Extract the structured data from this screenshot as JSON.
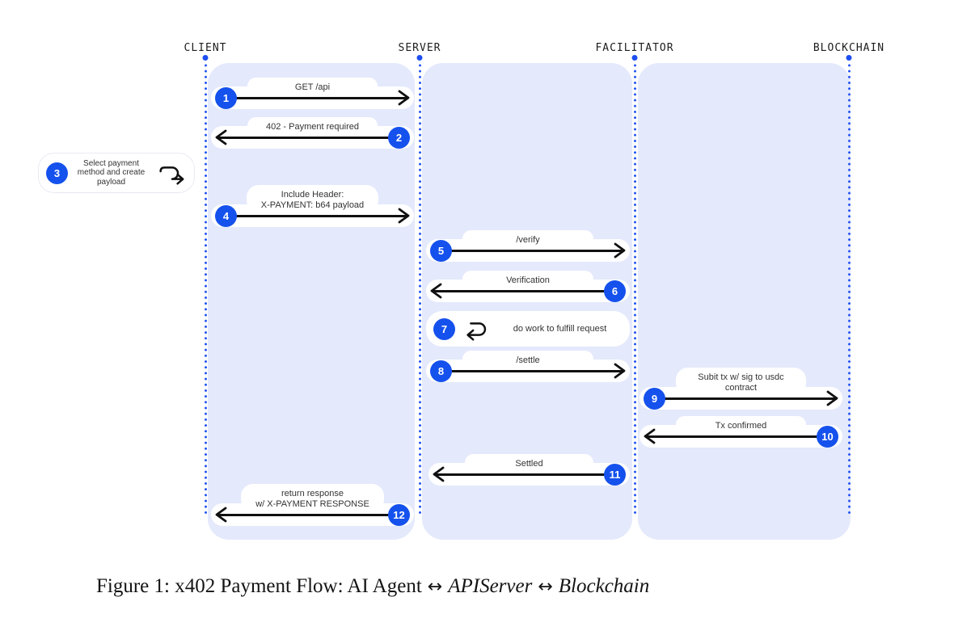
{
  "diagram": {
    "title": "x402 payment flow sequence diagram",
    "lanes": [
      {
        "label": "CLIENT"
      },
      {
        "label": "SERVER"
      },
      {
        "label": "FACILITATOR"
      },
      {
        "label": "BLOCKCHAIN"
      }
    ],
    "colors": {
      "badge_blue": "#1551ec",
      "lifeline_blue": "#2353f0",
      "lane_background": "#e4e9fc",
      "arrow_black": "#101010"
    },
    "messages": [
      {
        "num": "1",
        "line1": "GET /api",
        "from": "CLIENT",
        "to": "SERVER",
        "direction": "right"
      },
      {
        "num": "2",
        "line1": "402 - Payment required",
        "from": "SERVER",
        "to": "CLIENT",
        "direction": "left"
      },
      {
        "num": "3",
        "line1": "Select payment method and create payload",
        "from": "CLIENT",
        "to": "CLIENT",
        "direction": "self"
      },
      {
        "num": "4",
        "line1": "Include Header:",
        "line2": "X-PAYMENT: b64 payload",
        "from": "CLIENT",
        "to": "SERVER",
        "direction": "right"
      },
      {
        "num": "5",
        "line1": "/verify",
        "from": "SERVER",
        "to": "FACILITATOR",
        "direction": "right"
      },
      {
        "num": "6",
        "line1": "Verification",
        "from": "FACILITATOR",
        "to": "SERVER",
        "direction": "left"
      },
      {
        "num": "7",
        "line1": "do work to fulfill request",
        "from": "SERVER",
        "to": "SERVER",
        "direction": "self"
      },
      {
        "num": "8",
        "line1": "/settle",
        "from": "SERVER",
        "to": "FACILITATOR",
        "direction": "right"
      },
      {
        "num": "9",
        "line1": "Subit tx w/ sig to usdc",
        "line2": "contract",
        "from": "FACILITATOR",
        "to": "BLOCKCHAIN",
        "direction": "right"
      },
      {
        "num": "10",
        "line1": "Tx confirmed",
        "from": "BLOCKCHAIN",
        "to": "FACILITATOR",
        "direction": "left"
      },
      {
        "num": "11",
        "line1": "Settled",
        "from": "FACILITATOR",
        "to": "SERVER",
        "direction": "left"
      },
      {
        "num": "12",
        "line1": "return response",
        "line2": "w/ X-PAYMENT RESPONSE",
        "from": "SERVER",
        "to": "CLIENT",
        "direction": "left"
      }
    ]
  },
  "caption": {
    "prefix": "Figure 1: x402 Payment Flow: AI Agent",
    "arrow1": "↔",
    "middle": "APIServer",
    "arrow2": "↔",
    "suffix": "Blockchain"
  }
}
